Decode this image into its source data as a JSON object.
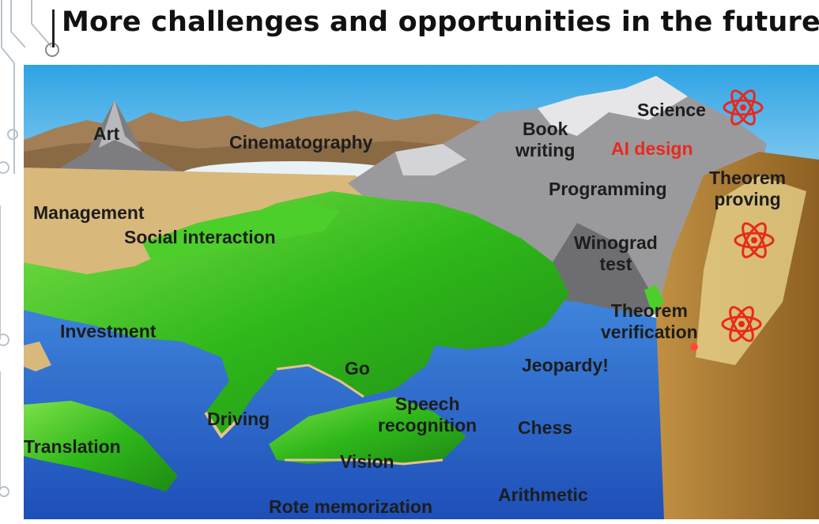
{
  "title": "More challenges and opportunities in the future!",
  "colors": {
    "sky": "#4fb8ea",
    "water": "#2a6fd3",
    "land_green": "#36c11f",
    "mountain_gray": "#8c8c8e",
    "highlight_red": "#e8291c"
  },
  "icons": [
    "atom-icon",
    "atom-icon",
    "atom-icon",
    "location-pin-icon"
  ],
  "labels": {
    "art": "Art",
    "cinematography": "Cinematography",
    "book_writing": "Book\nwriting",
    "science": "Science",
    "ai_design": "AI design",
    "programming": "Programming",
    "theorem_proving": "Theorem\nproving",
    "management": "Management",
    "social_interaction": "Social interaction",
    "winograd_test": "Winograd\ntest",
    "theorem_verification": "Theorem\nverification",
    "investment": "Investment",
    "go": "Go",
    "jeopardy": "Jeopardy!",
    "driving": "Driving",
    "speech_recognition": "Speech\nrecognition",
    "chess": "Chess",
    "translation": "Translation",
    "vision": "Vision",
    "rote_memorization": "Rote memorization",
    "arithmetic": "Arithmetic"
  }
}
